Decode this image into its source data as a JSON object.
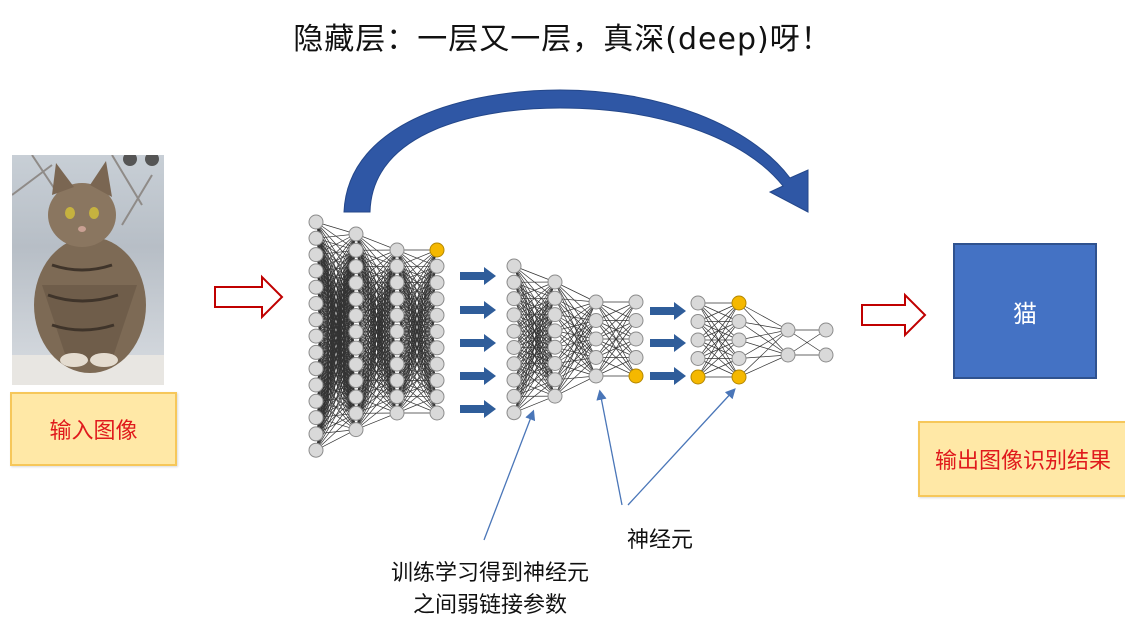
{
  "title": "隐藏层：一层又一层，真深(deep)呀！",
  "input_label": "输入图像",
  "result_text": "猫",
  "output_label": "输出图像识别结果",
  "neuron_label": "神经元",
  "weights_label": [
    "训练学习得到神经元",
    "之间弱链接参数"
  ],
  "colors": {
    "node_fill": "#d9d9d9",
    "node_highlight": "#f5b800",
    "arrow_blue": "#2f5d9a",
    "result_blue": "#4472c4",
    "label_bg": "#ffe8a6",
    "label_text": "#e0191c"
  },
  "icons": [
    "cat-photo",
    "hollow-red-arrow-icon",
    "curved-blue-arrow-icon",
    "blue-block-arrow-icon"
  ]
}
